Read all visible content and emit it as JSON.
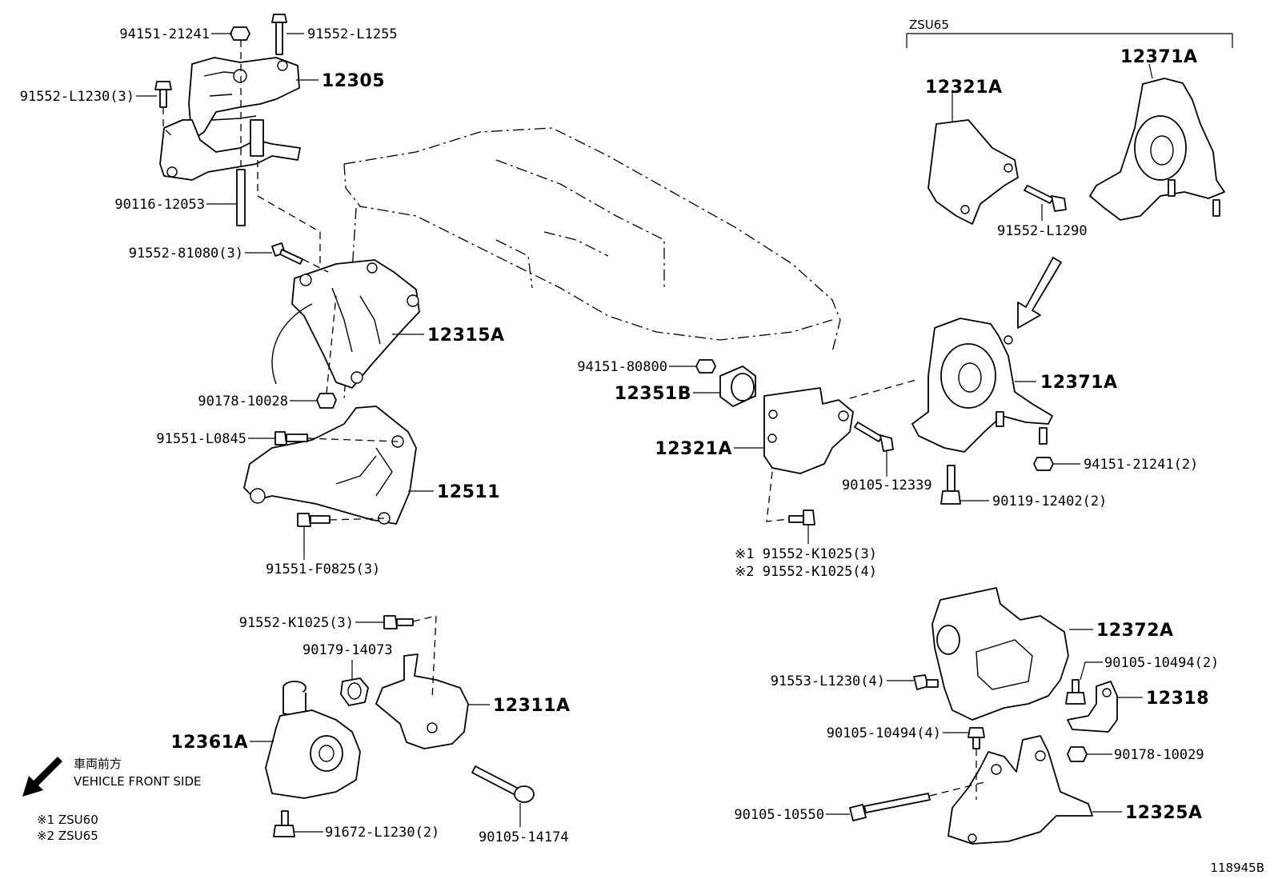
{
  "diagram_id": "118945B",
  "front_note": {
    "japanese": "車両前方",
    "english": "VEHICLE FRONT SIDE"
  },
  "footnotes": [
    "※1 ZSU60",
    "※2 ZSU65"
  ],
  "zsu65_bracket_label": "ZSU65",
  "callouts": {
    "c94151_21241": "94151-21241",
    "c91552_L1255": "91552-L1255",
    "c12305": "12305",
    "c91552_L1230_3": "91552-L1230(3)",
    "c90116_12053": "90116-12053",
    "c91552_81080_3": "91552-81080(3)",
    "c12315A": "12315A",
    "c90178_10028": "90178-10028",
    "c91551_L0845": "91551-L0845",
    "c12511": "12511",
    "c91551_F0825_3": "91551-F0825(3)",
    "c94151_80800": "94151-80800",
    "c12351B": "12351B",
    "c12321A_mid": "12321A",
    "c90105_12339": "90105-12339",
    "c91552_K1025_3_z1": "※1 91552-K1025(3)",
    "c91552_K1025_4_z2": "※2 91552-K1025(4)",
    "c12321A_top": "12321A",
    "c12371A_top": "12371A",
    "c91552_L1290": "91552-L1290",
    "c12371A_mid": "12371A",
    "c94151_21241_2": "94151-21241(2)",
    "c90119_12402_2": "90119-12402(2)",
    "c91552_K1025_3": "91552-K1025(3)",
    "c90179_14073": "90179-14073",
    "c12311A": "12311A",
    "c12361A": "12361A",
    "c91672_L1230_2": "91672-L1230(2)",
    "c90105_14174": "90105-14174",
    "c12372A": "12372A",
    "c91553_L1230_4": "91553-L1230(4)",
    "c90105_10494_2": "90105-10494(2)",
    "c12318": "12318",
    "c90105_10494_4": "90105-10494(4)",
    "c90178_10029": "90178-10029",
    "c90105_10550": "90105-10550",
    "c12325A": "12325A"
  }
}
